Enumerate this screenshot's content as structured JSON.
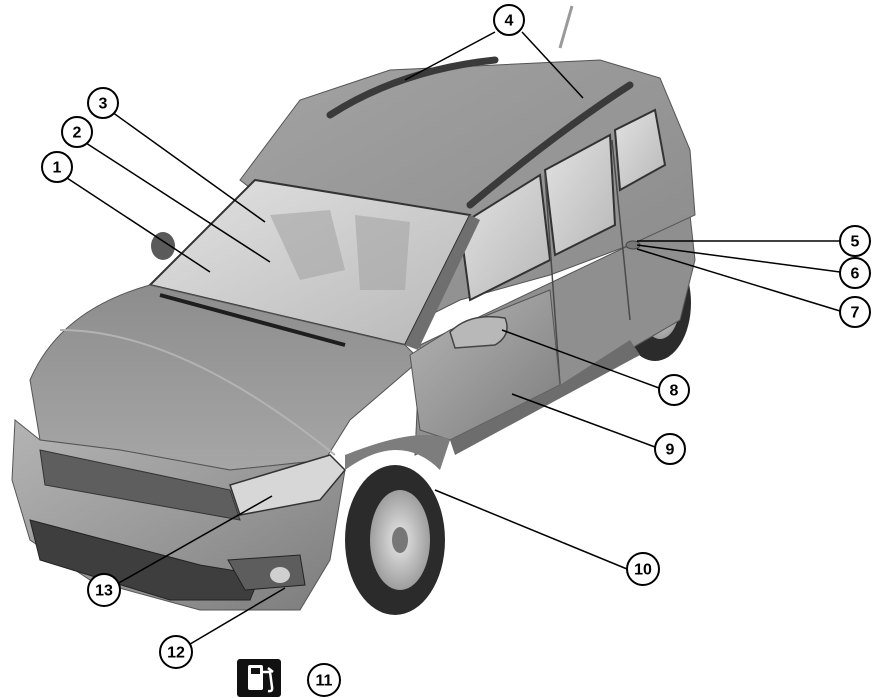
{
  "figure": {
    "callouts": [
      {
        "id": "c1",
        "number": "1"
      },
      {
        "id": "c2",
        "number": "2"
      },
      {
        "id": "c3",
        "number": "3"
      },
      {
        "id": "c4",
        "number": "4"
      },
      {
        "id": "c5",
        "number": "5"
      },
      {
        "id": "c6",
        "number": "6"
      },
      {
        "id": "c7",
        "number": "7"
      },
      {
        "id": "c8",
        "number": "8"
      },
      {
        "id": "c9",
        "number": "9"
      },
      {
        "id": "c10",
        "number": "10"
      },
      {
        "id": "c11",
        "number": "11"
      },
      {
        "id": "c12",
        "number": "12"
      },
      {
        "id": "c13",
        "number": "13"
      }
    ],
    "fuel_icon": "fuel-pump-icon",
    "colors": {
      "body": "#9a9a9a",
      "glass": "#cfcfcf",
      "tyre": "#2b2b2b",
      "line": "#000000"
    }
  }
}
